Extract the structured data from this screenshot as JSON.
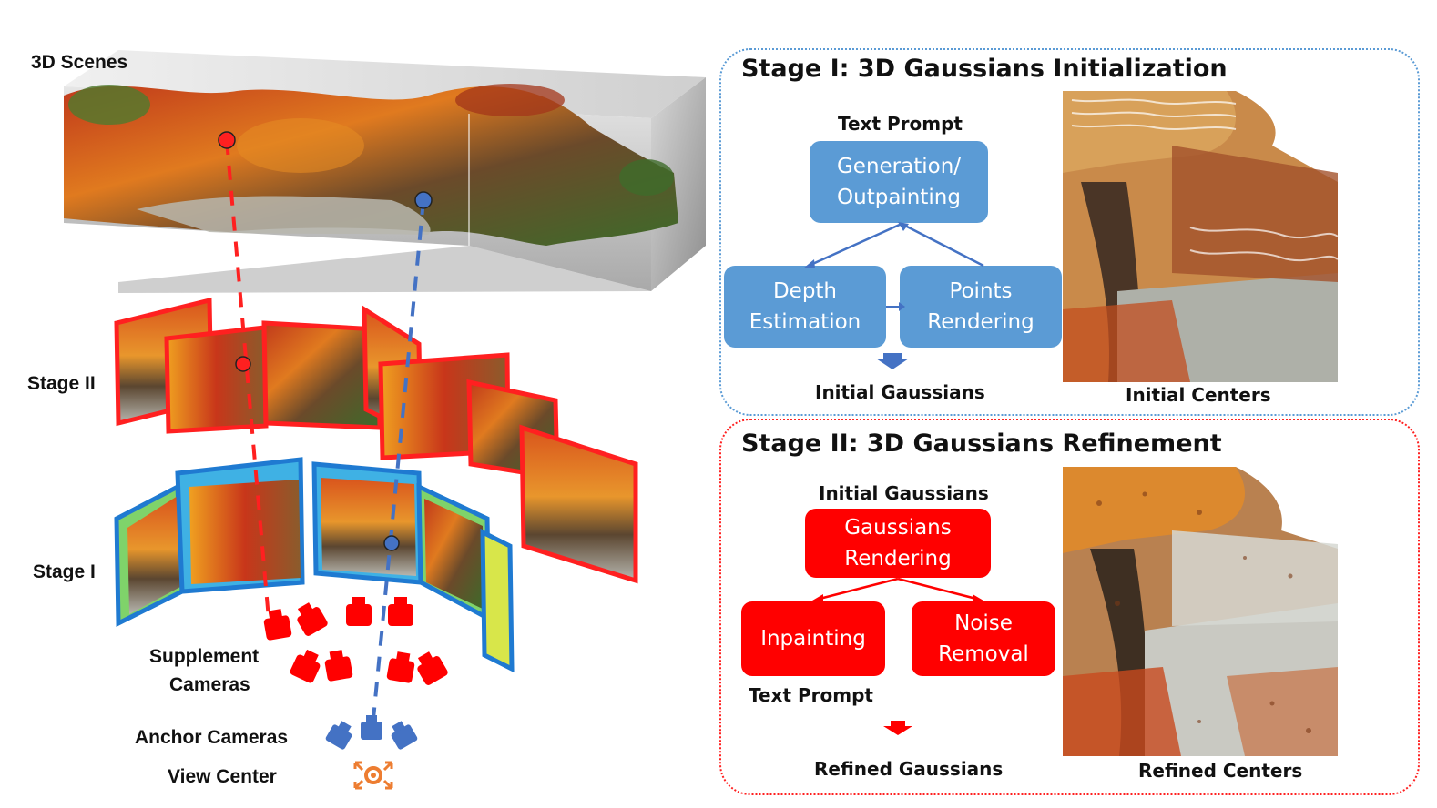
{
  "left": {
    "scene_label": "3D Scenes",
    "stage2_label": "Stage II",
    "stage1_label": "Stage I",
    "supplement_label_1": "Supplement",
    "supplement_label_2": "Cameras",
    "anchor_label": "Anchor Cameras",
    "view_center_label": "View Center"
  },
  "stage1_panel": {
    "title": "Stage I: 3D Gaussians Initialization",
    "text_prompt": "Text Prompt",
    "generation_box": "Generation/\nOutpainting",
    "depth_box": "Depth\nEstimation",
    "points_box": "Points\nRendering",
    "output_label": "Initial Gaussians",
    "image_caption": "Initial Centers"
  },
  "stage2_panel": {
    "title": "Stage II: 3D Gaussians Refinement",
    "input_label": "Initial Gaussians",
    "rendering_box": "Gaussians\nRendering",
    "inpainting_box": "Inpainting",
    "noise_box": "Noise\nRemoval",
    "text_prompt": "Text Prompt",
    "output_label": "Refined Gaussians",
    "image_caption": "Refined Centers"
  },
  "colors": {
    "stage1_blue": "#5b9bd5",
    "stage2_red": "#ff0000",
    "anchor_blue": "#4472c4",
    "view_center_orange": "#ed7d31"
  }
}
